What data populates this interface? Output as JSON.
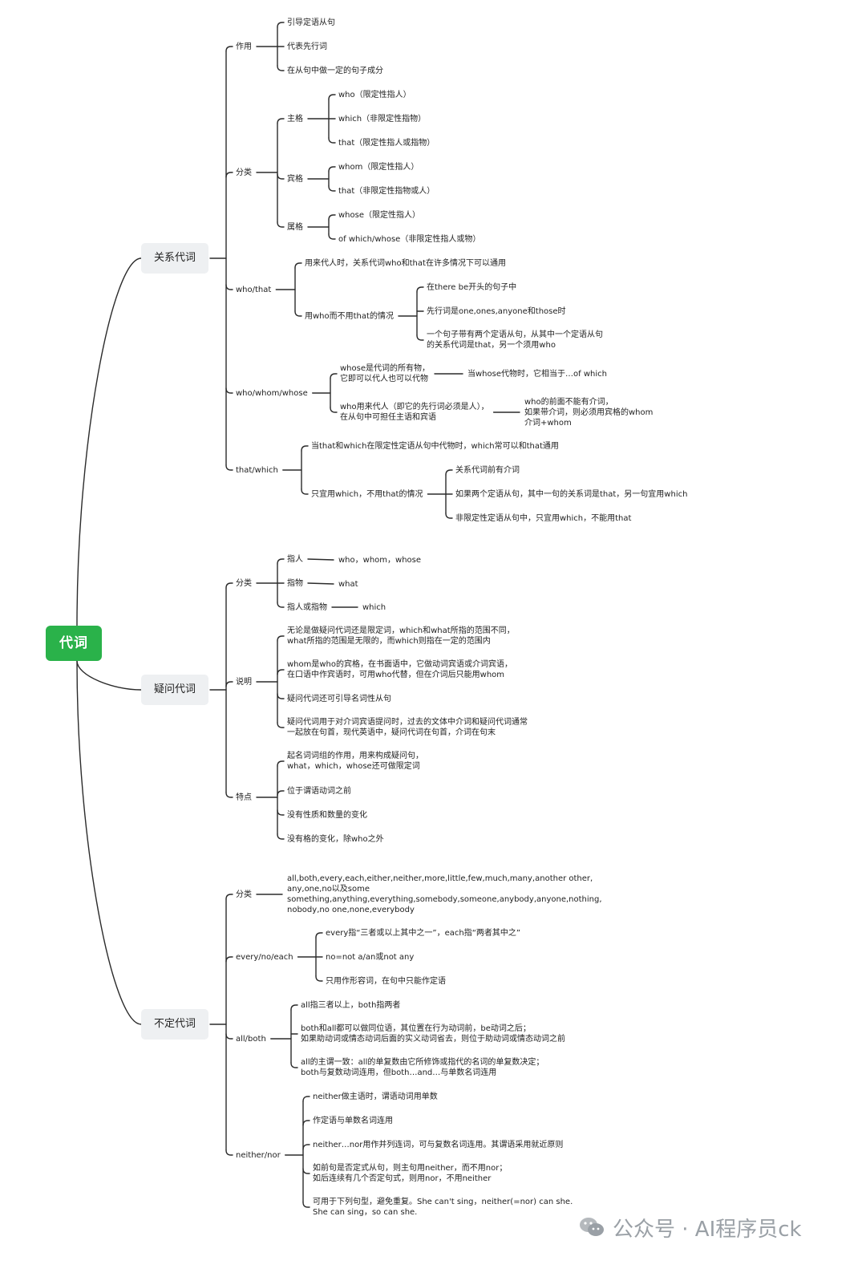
{
  "root": "代词",
  "branches": [
    {
      "label": "关系代词",
      "children": [
        {
          "label": "作用",
          "children": [
            "引导定语从句",
            "代表先行词",
            "在从句中做一定的句子成分"
          ]
        },
        {
          "label": "分类",
          "children": [
            {
              "label": "主格",
              "children": [
                "who（限定性指人）",
                "which（非限定性指物）",
                "that（限定性指人或指物）"
              ]
            },
            {
              "label": "宾格",
              "children": [
                "whom（限定性指人）",
                "that（非限定性指物或人）"
              ]
            },
            {
              "label": "属格",
              "children": [
                "whose（限定性指人）",
                "of which/whose（非限定性指人或物）"
              ]
            }
          ]
        },
        {
          "label": "who/that",
          "children": [
            "用来代人时，关系代词who和that在许多情况下可以通用",
            {
              "label": "用who而不用that的情况",
              "children": [
                "在there be开头的句子中",
                "先行词是one,ones,anyone和those时",
                "一个句子带有两个定语从句，从其中一个定语从句\n的关系代词是that，另一个须用who"
              ]
            }
          ]
        },
        {
          "label": "who/whom/whose",
          "children": [
            {
              "label": "whose是代词的所有物，\n它即可以代人也可以代物",
              "children": [
                "当whose代物时，它相当于…of which"
              ]
            },
            {
              "label": "who用来代人（即它的先行词必须是人），\n在从句中可担任主语和宾语",
              "children": [
                "who的前面不能有介词，\n如果带介词，则必须用宾格的whom\n介词+whom"
              ]
            }
          ]
        },
        {
          "label": "that/which",
          "children": [
            "当that和which在限定性定语从句中代物时，which常可以和that通用",
            {
              "label": "只宜用which，不用that的情况",
              "children": [
                "关系代词前有介词",
                "如果两个定语从句，其中一句的关系词是that，另一句宜用which",
                "非限定性定语从句中，只宜用which，不能用that"
              ]
            }
          ]
        }
      ]
    },
    {
      "label": "疑问代词",
      "children": [
        {
          "label": "分类",
          "children": [
            {
              "label": "指人",
              "children": [
                "who，whom，whose"
              ]
            },
            {
              "label": "指物",
              "children": [
                "what"
              ]
            },
            {
              "label": "指人或指物",
              "children": [
                "which"
              ]
            }
          ]
        },
        {
          "label": "说明",
          "children": [
            "无论是做疑问代词还是限定词，which和what所指的范围不同，\nwhat所指的范围是无限的，而which则指在一定的范围内",
            "whom是who的宾格，在书面语中，它做动词宾语或介词宾语，\n在口语中作宾语时，可用who代替，但在介词后只能用whom",
            "疑问代词还可引导名词性从句",
            "疑问代词用于对介词宾语提问时，过去的文体中介词和疑问代词通常\n一起放在句首，现代英语中，疑问代词在句首，介词在句末"
          ]
        },
        {
          "label": "特点",
          "children": [
            "起名词词组的作用，用来构成疑问句，\nwhat，which，whose还可做限定词",
            "位于谓语动词之前",
            "没有性质和数量的变化",
            "没有格的变化，除who之外"
          ]
        }
      ]
    },
    {
      "label": "不定代词",
      "children": [
        {
          "label": "分类",
          "children": [
            "all,both,every,each,either,neither,more,little,few,much,many,another other,\nany,one,no以及some\nsomething,anything,everything,somebody,someone,anybody,anyone,nothing,\nnobody,no one,none,everybody"
          ]
        },
        {
          "label": "every/no/each",
          "children": [
            "every指“三者或以上其中之一”，each指“两者其中之”",
            "no=not a/an或not any",
            "只用作形容词，在句中只能作定语"
          ]
        },
        {
          "label": "all/both",
          "children": [
            "all指三者以上，both指两者",
            "both和all都可以做同位语，其位置在行为动词前，be动词之后；\n如果助动词或情态动词后面的实义动词省去，则位于助动词或情态动词之前",
            "all的主谓一致：all的单复数由它所修饰或指代的名词的单复数决定；\nboth与复数动词连用，但both…and…与单数名词连用"
          ]
        },
        {
          "label": "neither/nor",
          "children": [
            "neither做主语时，谓语动词用单数",
            "作定语与单数名词连用",
            "neither…nor用作并列连词，可与复数名词连用。其谓语采用就近原则",
            "如前句是否定式从句，则主句用neither，而不用nor；\n如后连续有几个否定句式，则用nor，不用neither",
            "可用于下列句型，避免重复。She can't sing，neither(=nor) can she.\nShe can sing，so can she."
          ]
        }
      ]
    }
  ],
  "watermark": "公众号 · AI程序员ck",
  "colors": {
    "root_bg": "#2ab24a",
    "branch_bg": "#eef0f2",
    "line": "#2b2b2b"
  }
}
